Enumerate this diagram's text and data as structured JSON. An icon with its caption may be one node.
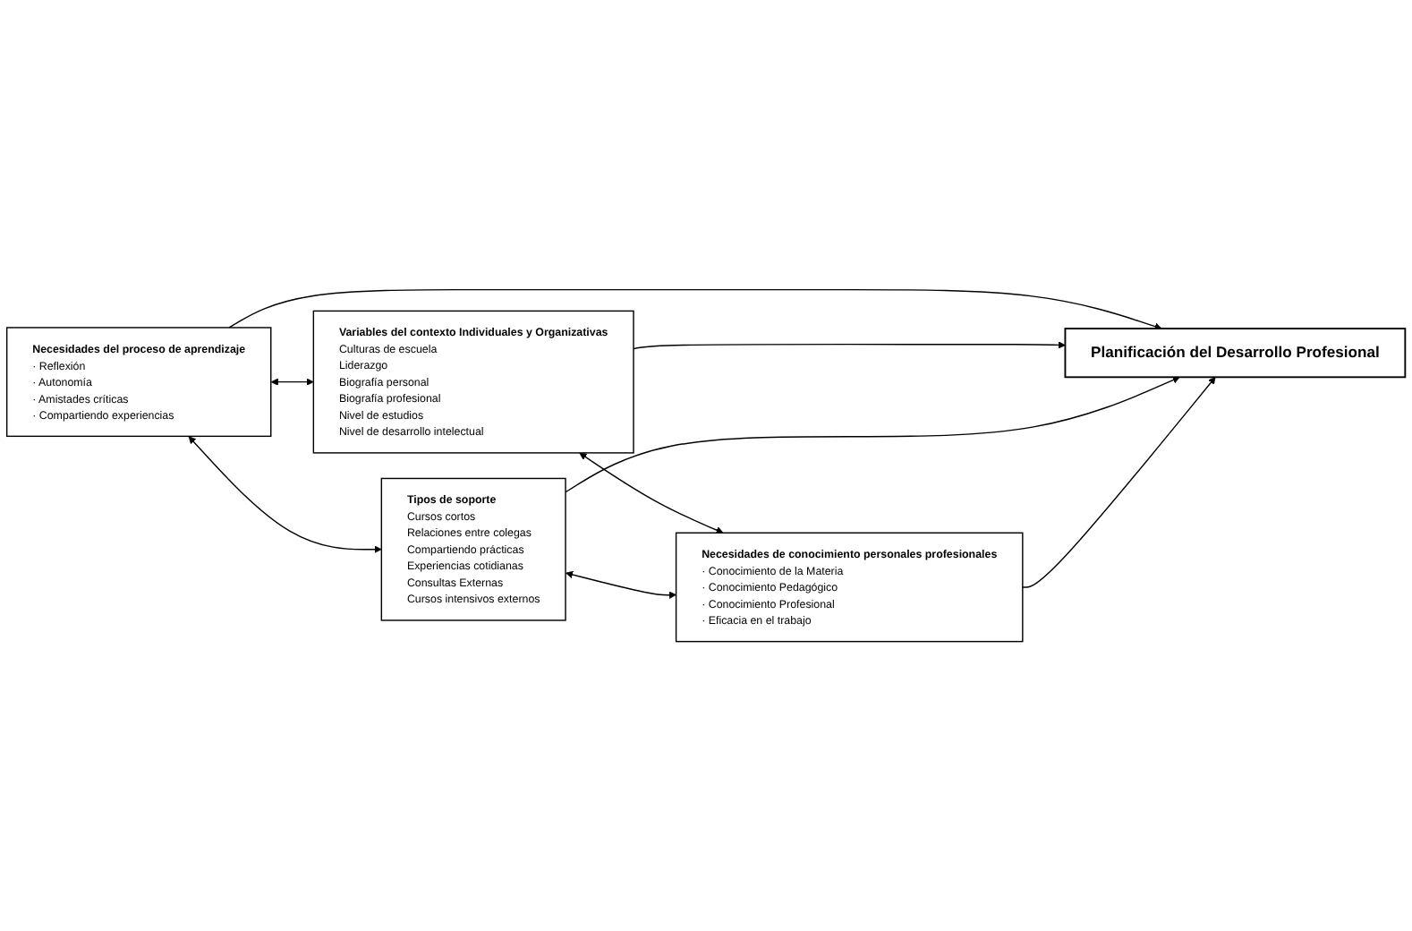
{
  "diagram": {
    "nodes": [
      {
        "text": [
          "Necesidades del proceso de aprendizaje",
          "· Reflexión",
          "· Autonomía",
          "· Amistades críticas",
          "· Compartiendo experiencias"
        ]
      },
      {
        "text": [
          "Variables del contexto Individuales y Organizativas",
          "Culturas de escuela",
          "Liderazgo",
          "Biografía personal",
          "Biografía profesional",
          "Nivel de estudios",
          "Nivel de desarrollo intelectual"
        ]
      },
      {
        "text": [
          "Planificación del Desarrollo Profesional"
        ]
      },
      {
        "text": [
          "Tipos de soporte",
          "Cursos cortos",
          "Relaciones entre colegas",
          "Compartiendo prácticas",
          "Experiencias cotidianas",
          "Consultas Externas",
          "Cursos intensivos externos"
        ]
      },
      {
        "text": [
          "Necesidades de conocimiento personales profesionales",
          "· Conocimiento de la Materia",
          "· Conocimiento Pedagógico",
          "· Conocimiento Profesional",
          "· Eficacia en el trabajo"
        ]
      }
    ],
    "edges": [
      {
        "from": 0,
        "to": 1,
        "arrow": "both"
      },
      {
        "from": 0,
        "to": 2,
        "arrow": "to"
      },
      {
        "from": 1,
        "to": 2,
        "arrow": "to"
      },
      {
        "from": 0,
        "to": 3,
        "arrow": "both"
      },
      {
        "from": 1,
        "to": 4,
        "arrow": "both"
      },
      {
        "from": 3,
        "to": 2,
        "arrow": "to"
      },
      {
        "from": 4,
        "to": 2,
        "arrow": "to"
      },
      {
        "from": 3,
        "to": 4,
        "arrow": "both"
      }
    ]
  }
}
